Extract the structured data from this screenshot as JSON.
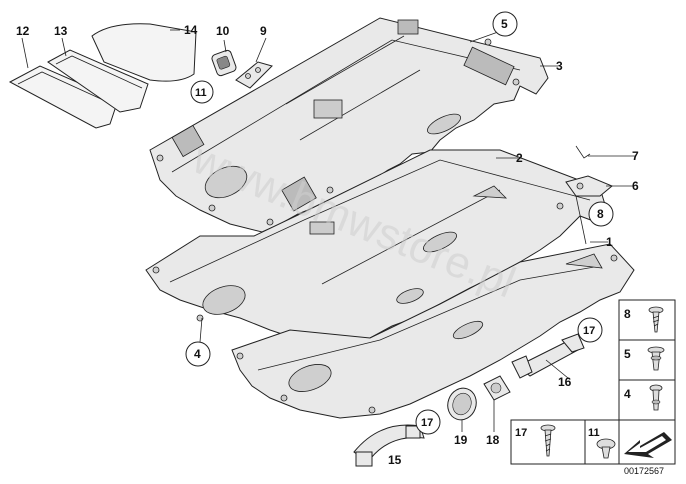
{
  "watermark": "www.bmwstore.pl",
  "document_number": "00172567",
  "callouts": {
    "c1": "1",
    "c2": "2",
    "c3": "3",
    "c4": "4",
    "c5": "5",
    "c6": "6",
    "c7": "7",
    "c8": "8",
    "c9": "9",
    "c10": "10",
    "c11": "11",
    "c12": "12",
    "c13": "13",
    "c14": "14",
    "c15": "15",
    "c16": "16",
    "c17a": "17",
    "c17b": "17",
    "c18": "18",
    "c19": "19"
  },
  "legend": {
    "items": [
      {
        "label": "8",
        "icon": "screw-icon"
      },
      {
        "label": "5",
        "icon": "expanding-rivet-icon"
      },
      {
        "label": "4",
        "icon": "expanding-rivet-icon"
      },
      {
        "label": "17",
        "icon": "screw-icon"
      },
      {
        "label": "11",
        "icon": "clip-icon"
      }
    ]
  }
}
